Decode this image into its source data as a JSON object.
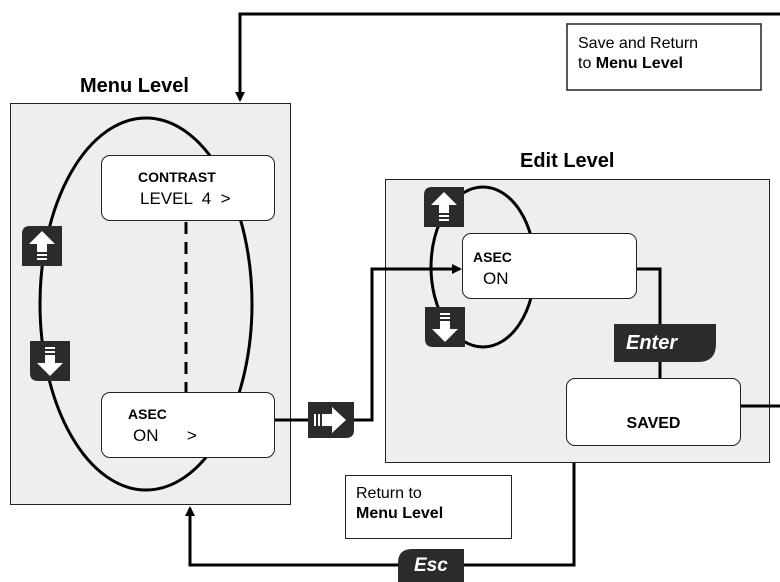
{
  "menu_level": {
    "title": "Menu Level",
    "contrast_box": {
      "line1": "CONTRAST",
      "line2": "LEVEL  4  >"
    },
    "asec_box": {
      "line1": "ASEC",
      "line2": "ON      >"
    }
  },
  "edit_level": {
    "title": "Edit Level",
    "asec_box": {
      "line1": "ASEC",
      "line2": "ON"
    },
    "saved_box": {
      "text": "SAVED"
    }
  },
  "keys": {
    "enter": "Enter",
    "esc": "Esc"
  },
  "notes": {
    "save_return": {
      "line1": "Save and Return",
      "line2_prefix": "to ",
      "line2_bold": "Menu Level"
    },
    "return": {
      "line1": "Return to",
      "line2_bold": "Menu Level"
    }
  },
  "icons": [
    "up-arrow-key-icon",
    "down-arrow-key-icon",
    "right-arrow-key-icon",
    "enter-key-icon",
    "esc-key-icon"
  ],
  "colors": {
    "panel": "#eeeeee",
    "key": "#2b2b2b",
    "line": "#000000"
  }
}
